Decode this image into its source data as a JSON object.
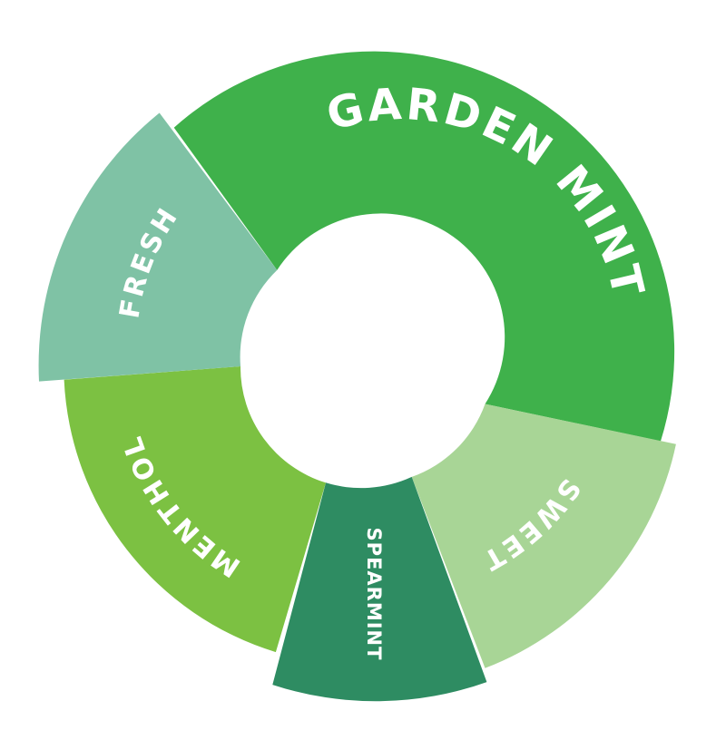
{
  "wheel": {
    "center_label": "",
    "segments": [
      {
        "key": "garden-mint",
        "label": "GARDEN MINT",
        "color": "#3fb14b"
      },
      {
        "key": "sweet",
        "label": "SWEET",
        "color": "#a8d596"
      },
      {
        "key": "spearmint",
        "label": "SPEARMINT",
        "color": "#2e8c62"
      },
      {
        "key": "menthol",
        "label": "MENTHOL",
        "color": "#7cc142"
      },
      {
        "key": "fresh",
        "label": "FRESH",
        "color": "#7fc2a5"
      }
    ]
  }
}
